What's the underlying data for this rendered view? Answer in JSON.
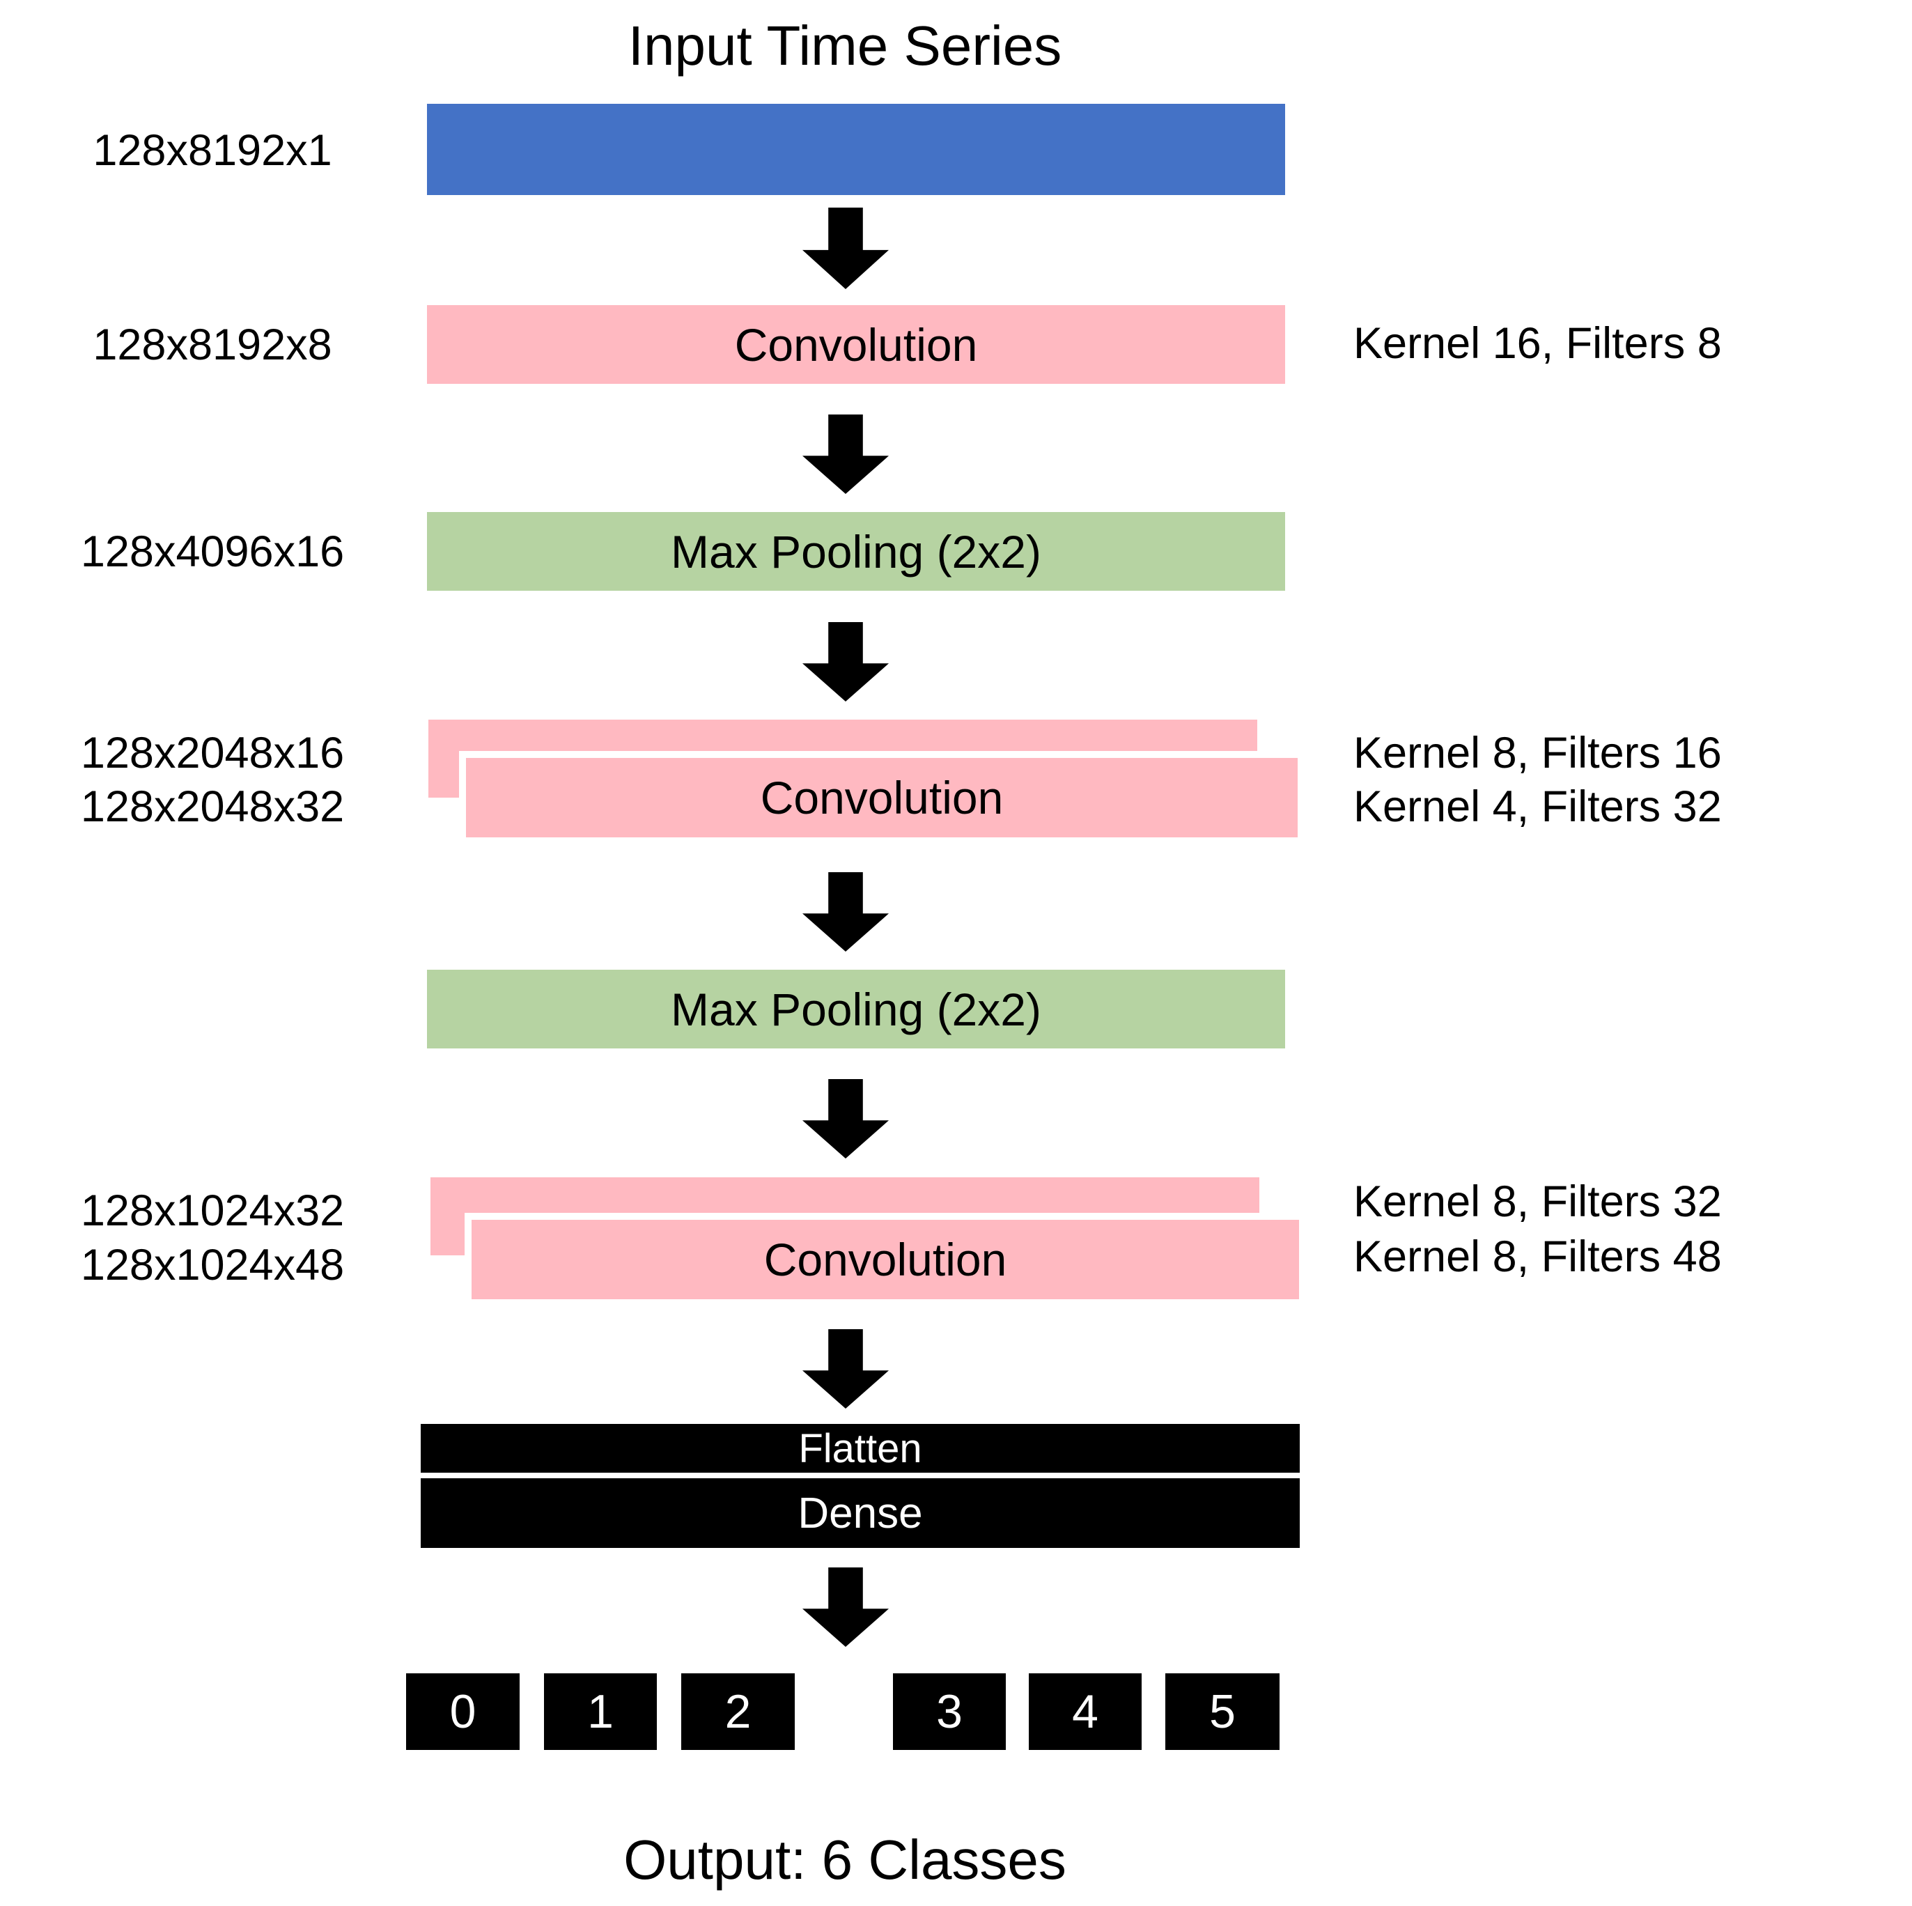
{
  "diagram": {
    "title": "Input Time Series",
    "caption": "Output: 6 Classes",
    "layers": {
      "input": {
        "dim": "128x8192x1"
      },
      "conv1": {
        "label": "Convolution",
        "dim": "128x8192x8",
        "kernel": "Kernel 16, Filters 8"
      },
      "pool1": {
        "label": "Max Pooling (2x2)",
        "dim": "128x4096x16"
      },
      "conv2": {
        "label": "Convolution",
        "dims": [
          "128x2048x16",
          "128x2048x32"
        ],
        "kernels": [
          "Kernel 8, Filters 16",
          "Kernel 4, Filters 32"
        ]
      },
      "pool2": {
        "label": "Max Pooling (2x2)"
      },
      "conv3": {
        "label": "Convolution",
        "dims": [
          "128x1024x32",
          "128x1024x48"
        ],
        "kernels": [
          "Kernel 8, Filters 32",
          "Kernel 8, Filters 48"
        ]
      },
      "flatten": {
        "label": "Flatten"
      },
      "dense": {
        "label": "Dense"
      }
    },
    "classes": [
      "0",
      "1",
      "2",
      "3",
      "4",
      "5"
    ],
    "colors": {
      "input_bar": "#4472C6",
      "conv_bar": "#FFB9C1",
      "pool_bar": "#B6D3A2",
      "output_bar": "#000000",
      "background": "#FFFFFF",
      "text": "#000000"
    }
  }
}
